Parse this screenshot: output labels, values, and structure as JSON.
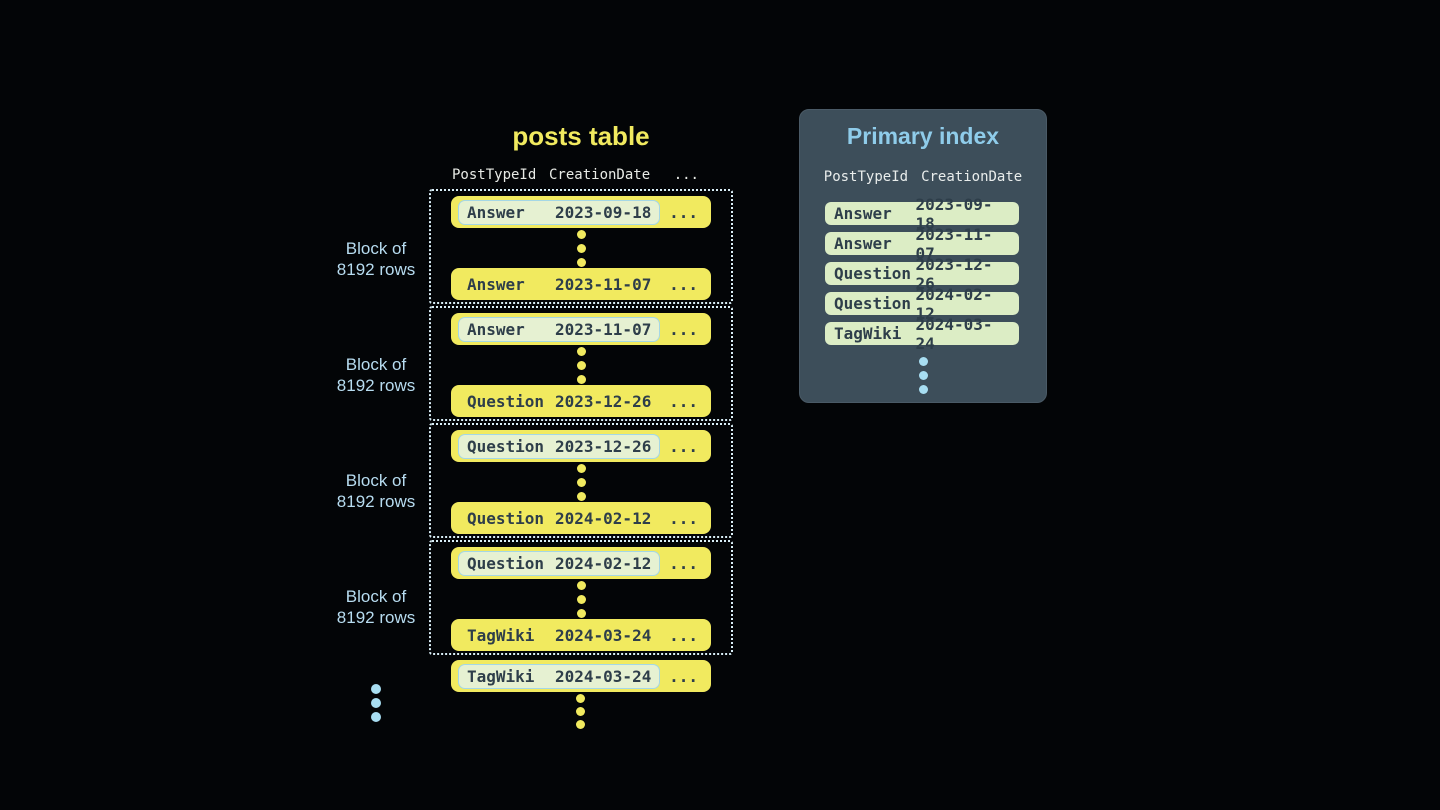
{
  "palette": {
    "background": "#030507",
    "row_yellow": "#f1ea5f",
    "row_text_dark": "#2e3e4a",
    "highlight_green": "#e6f1d2",
    "highlight_border_blue": "#a4d7e6",
    "index_row_green": "#dcedc5",
    "panel_background": "#3d4e5a",
    "panel_title_blue": "#8fccea",
    "label_blue": "#b7dcf0",
    "dotted_border": "#d9eef6",
    "blue_dot": "#a8def2",
    "header_text": "#e8ebe6"
  },
  "posts_table": {
    "title": "posts table",
    "columns": [
      "PostTypeId",
      "CreationDate"
    ],
    "ellipsis": "...",
    "block_label": [
      "Block of",
      "8192 rows"
    ],
    "blocks": [
      {
        "first": {
          "type": "Answer",
          "date": "2023-09-18"
        },
        "last": {
          "type": "Answer",
          "date": "2023-11-07"
        }
      },
      {
        "first": {
          "type": "Answer",
          "date": "2023-11-07"
        },
        "last": {
          "type": "Question",
          "date": "2023-12-26"
        }
      },
      {
        "first": {
          "type": "Question",
          "date": "2023-12-26"
        },
        "last": {
          "type": "Question",
          "date": "2024-02-12"
        }
      },
      {
        "first": {
          "type": "Question",
          "date": "2024-02-12"
        },
        "last": {
          "type": "TagWiki",
          "date": "2024-03-24"
        }
      }
    ],
    "overflow_row": {
      "type": "TagWiki",
      "date": "2024-03-24"
    }
  },
  "primary_index": {
    "title": "Primary index",
    "columns": [
      "PostTypeId",
      "CreationDate"
    ],
    "rows": [
      {
        "type": "Answer",
        "date": "2023-09-18"
      },
      {
        "type": "Answer",
        "date": "2023-11-07"
      },
      {
        "type": "Question",
        "date": "2023-12-26"
      },
      {
        "type": "Question",
        "date": "2024-02-12"
      },
      {
        "type": "TagWiki",
        "date": "2024-03-24"
      }
    ]
  }
}
